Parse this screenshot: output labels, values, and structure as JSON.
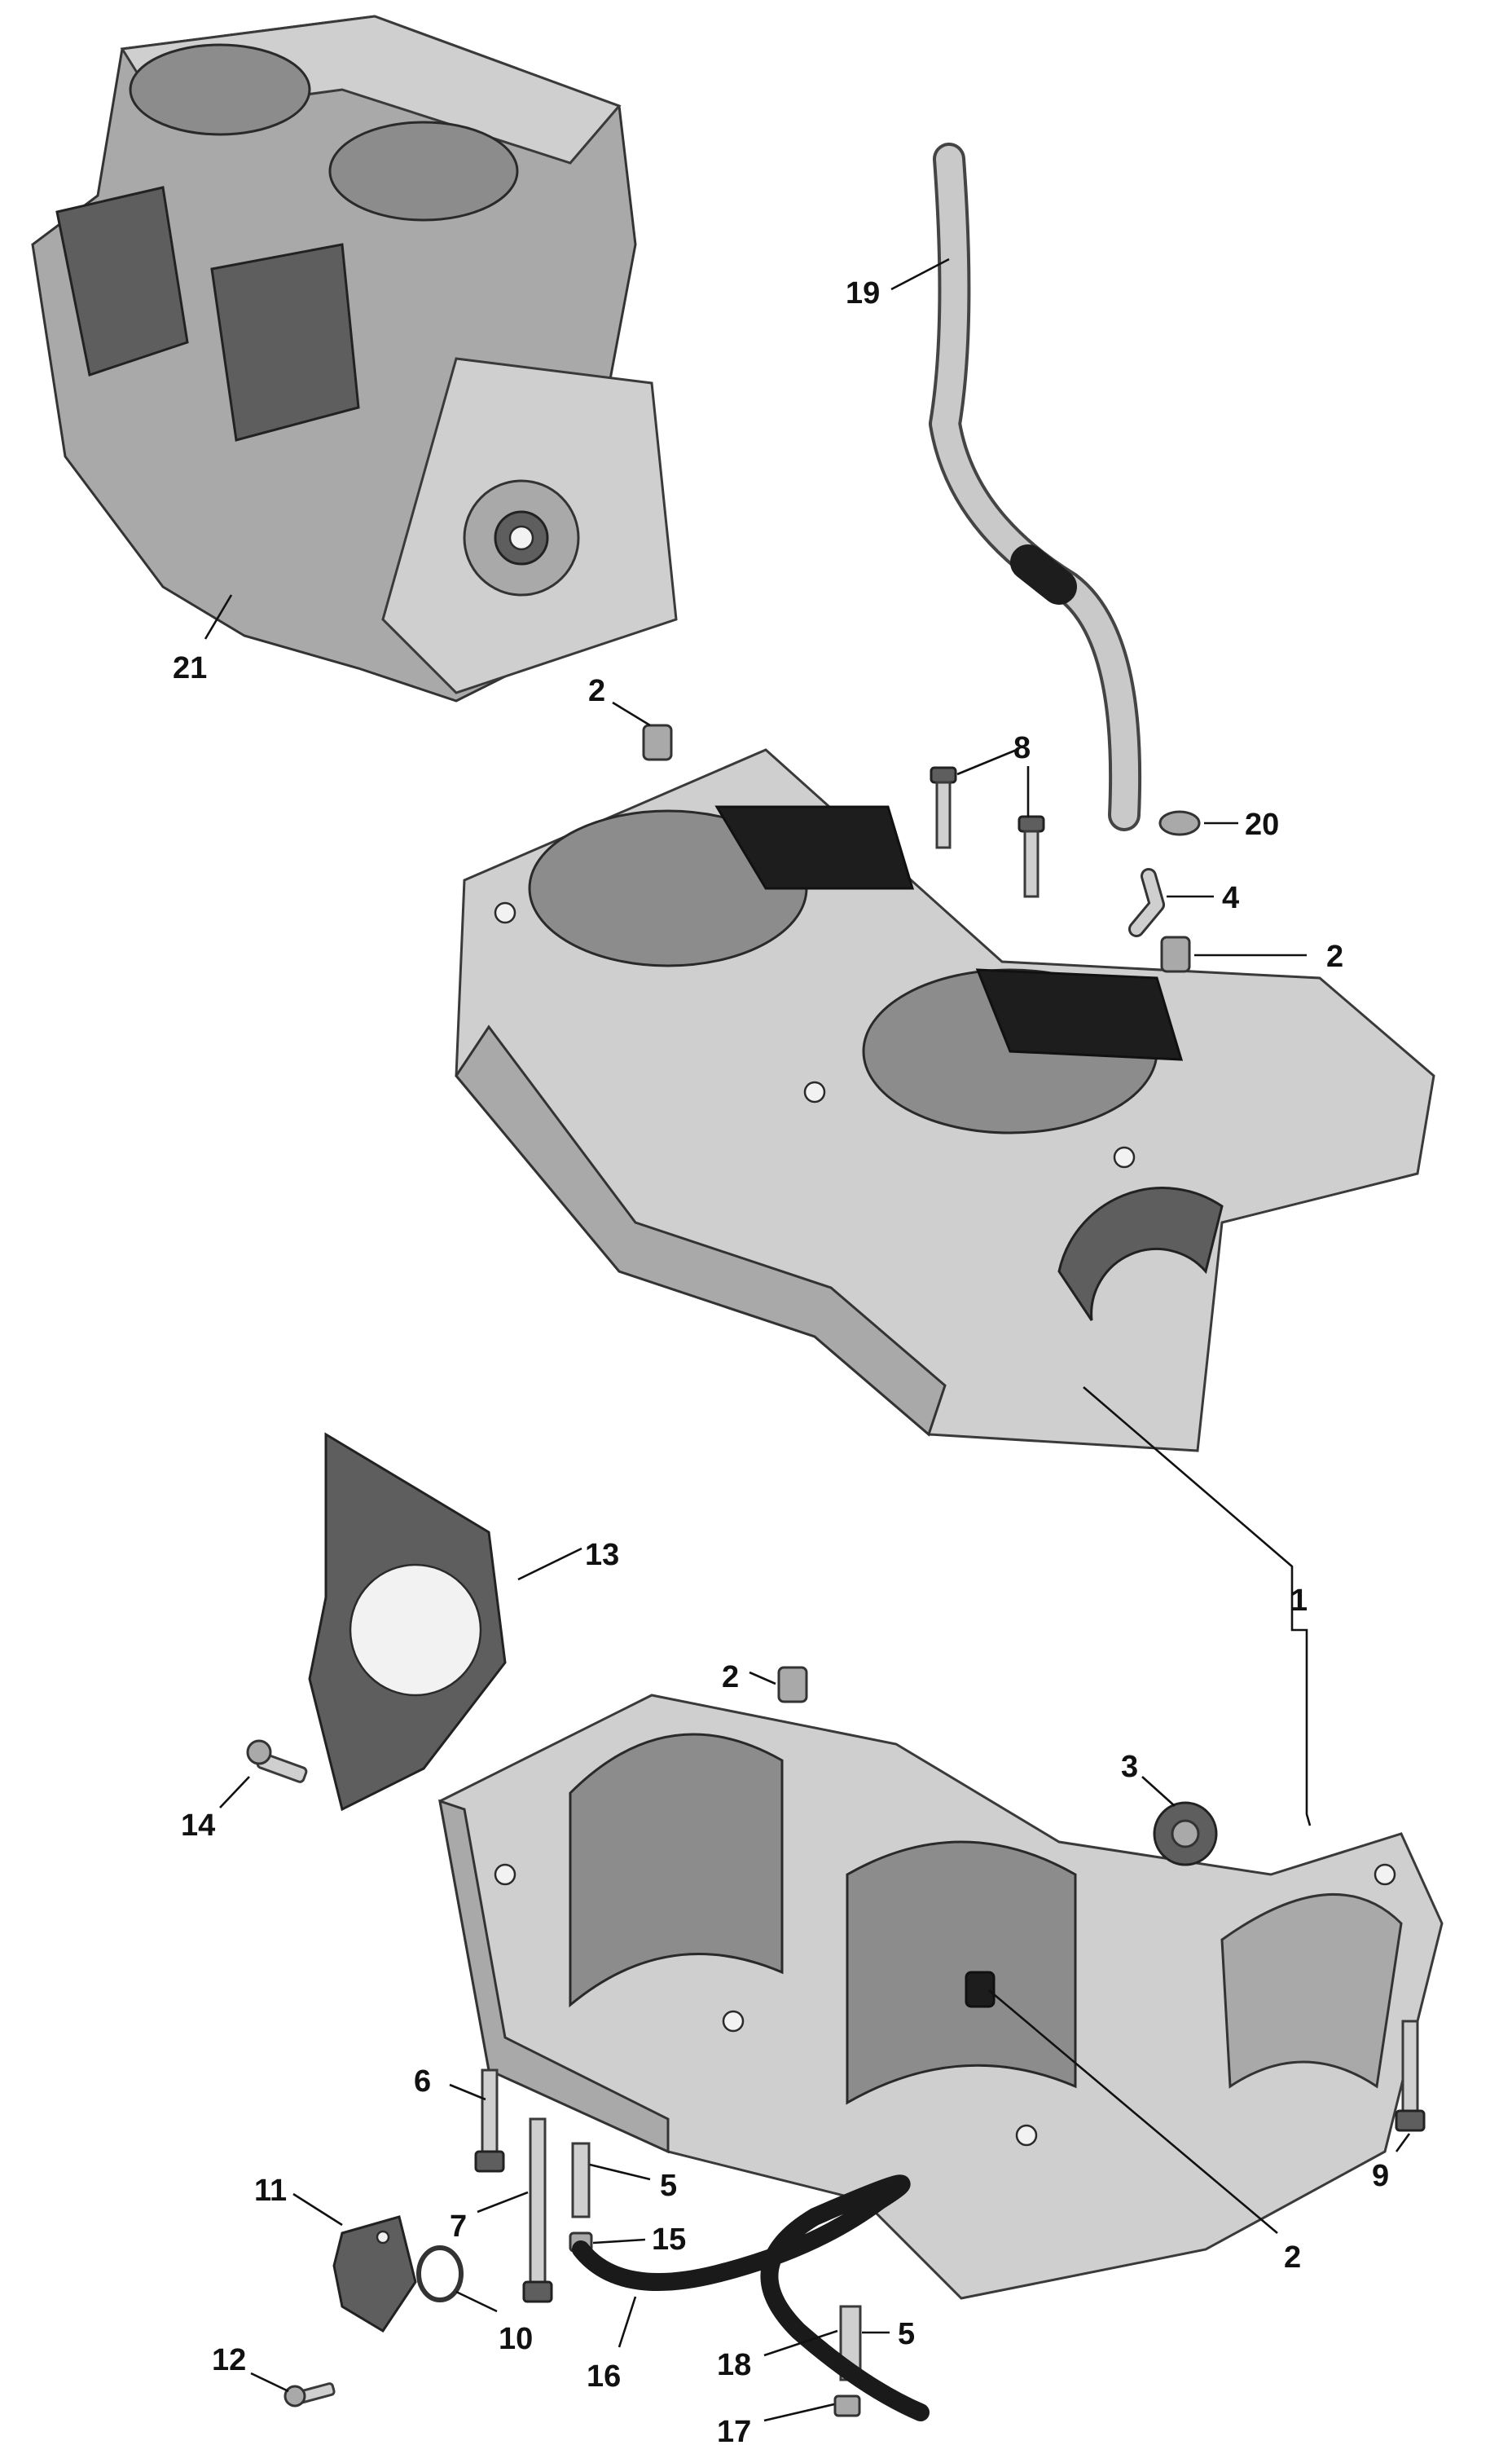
{
  "callouts": [
    {
      "id": "c1",
      "label": "1"
    },
    {
      "id": "c2a",
      "label": "2"
    },
    {
      "id": "c2b",
      "label": "2"
    },
    {
      "id": "c2c",
      "label": "2"
    },
    {
      "id": "c2d",
      "label": "2"
    },
    {
      "id": "c3",
      "label": "3"
    },
    {
      "id": "c4",
      "label": "4"
    },
    {
      "id": "c5a",
      "label": "5"
    },
    {
      "id": "c5b",
      "label": "5"
    },
    {
      "id": "c6",
      "label": "6"
    },
    {
      "id": "c7",
      "label": "7"
    },
    {
      "id": "c8",
      "label": "8"
    },
    {
      "id": "c9",
      "label": "9"
    },
    {
      "id": "c10",
      "label": "10"
    },
    {
      "id": "c11",
      "label": "11"
    },
    {
      "id": "c12",
      "label": "12"
    },
    {
      "id": "c13",
      "label": "13"
    },
    {
      "id": "c14",
      "label": "14"
    },
    {
      "id": "c15",
      "label": "15"
    },
    {
      "id": "c16",
      "label": "16"
    },
    {
      "id": "c17",
      "label": "17"
    },
    {
      "id": "c18",
      "label": "18"
    },
    {
      "id": "c19",
      "label": "19"
    },
    {
      "id": "c20",
      "label": "20"
    },
    {
      "id": "c21",
      "label": "21"
    }
  ]
}
